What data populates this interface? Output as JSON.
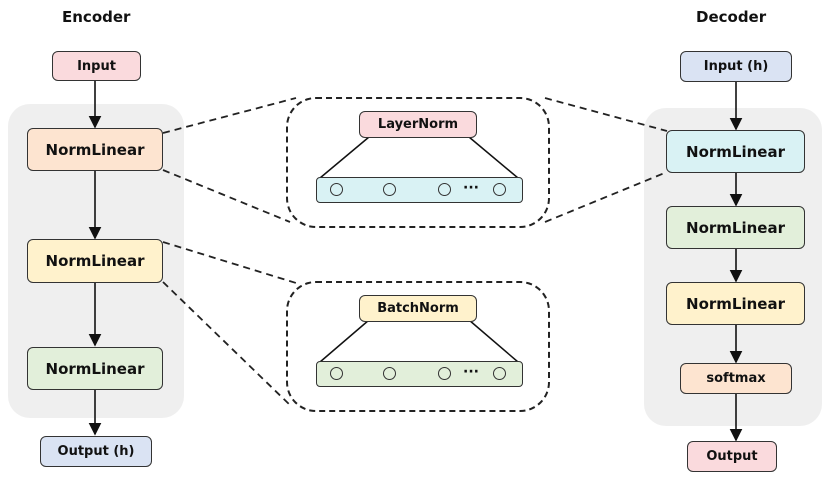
{
  "encoder": {
    "title": "Encoder",
    "input": "Input",
    "layers": [
      "NormLinear",
      "NormLinear",
      "NormLinear"
    ],
    "output": "Output (h)"
  },
  "decoder": {
    "title": "Decoder",
    "input": "Input (h)",
    "layers": [
      "NormLinear",
      "NormLinear",
      "NormLinear"
    ],
    "softmax": "softmax",
    "output": "Output"
  },
  "zoom_layernorm": {
    "label": "LayerNorm",
    "ellipsis": "···"
  },
  "zoom_batchnorm": {
    "label": "BatchNorm",
    "ellipsis": "···"
  },
  "colors": {
    "pink": "#fadadd",
    "orange": "#fde4d0",
    "yellow": "#fff2cc",
    "green": "#e2efda",
    "blue": "#dae3f3",
    "cyan": "#d9f2f4",
    "panel": "#efefef"
  }
}
